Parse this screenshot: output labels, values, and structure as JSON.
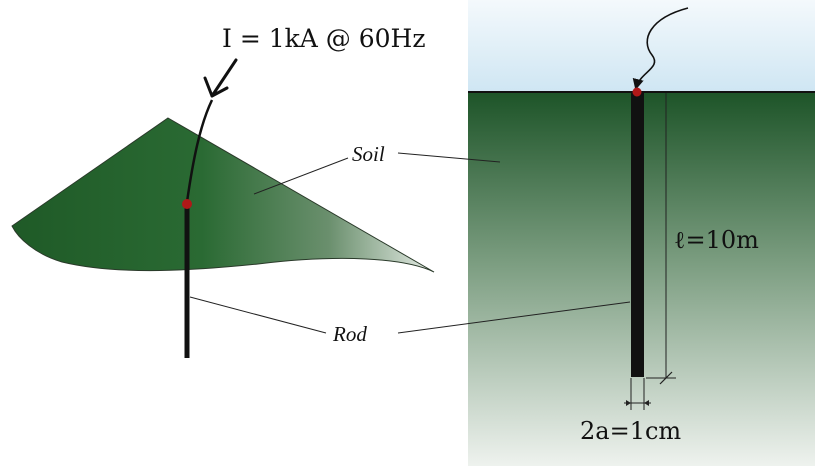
{
  "diagram": {
    "labels": {
      "current": "I = 1kA @ 60Hz",
      "soil": "Soil",
      "rod": "Rod",
      "length": "ℓ=10m",
      "diameter": "2a=1cm"
    },
    "colors": {
      "sky": "#cfe6f3",
      "soil_dark": "#1d5428",
      "soil_light": "#eef2ee",
      "rod": "#111111",
      "injection_point": "#b01818",
      "leader_line": "#222222"
    }
  }
}
